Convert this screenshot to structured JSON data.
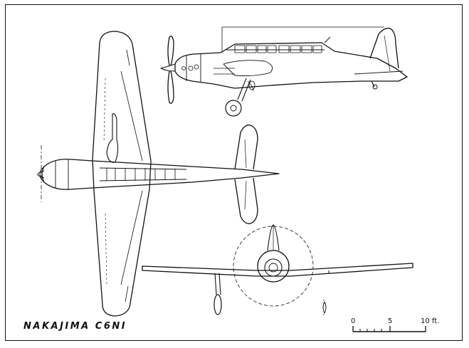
{
  "drawing": {
    "title": "NAKAJIMA C6NI",
    "scale": {
      "tick_0": "0",
      "tick_5": "5",
      "tick_10": "10 ft."
    }
  },
  "colors": {
    "ink": "#111111",
    "paper": "#ffffff"
  }
}
